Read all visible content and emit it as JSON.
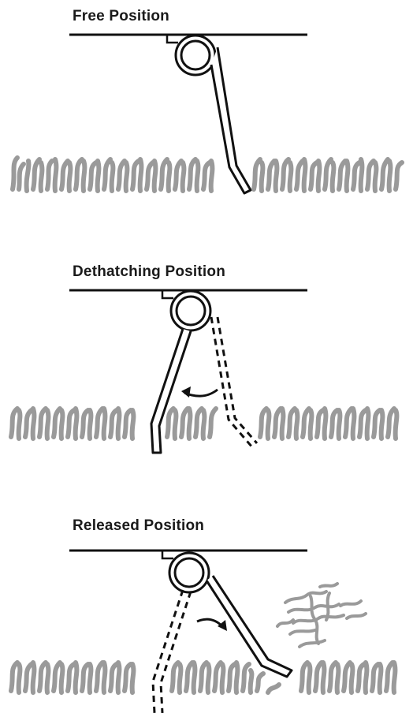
{
  "panels": [
    {
      "title": "Free Position"
    },
    {
      "title": "Dethatching Position"
    },
    {
      "title": "Released Position"
    }
  ],
  "colors": {
    "line": "#111111",
    "grass": "#9a9a9a",
    "background": "#ffffff"
  }
}
